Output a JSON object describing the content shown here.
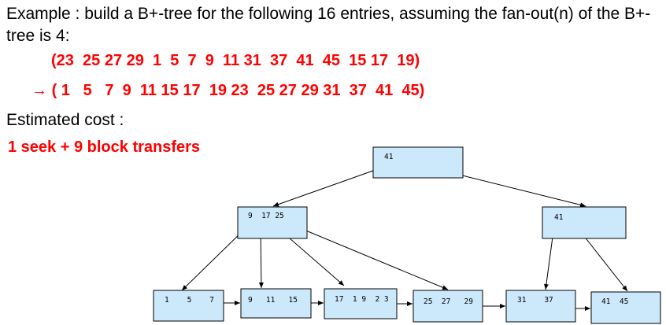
{
  "intro_text": "Example : build a B+-tree for the following 16 entries, assuming the fan-out(n) of the B+-tree is 4:",
  "sequence_unsorted": "(23  25 27 29  1  5  7  9  11 31  37  41  45  15 17  19)",
  "sequence_sorted": "( 1   5   7  9  11 15 17  19 23  25 27 29 31  37  41  45)",
  "arrow_symbol": "→",
  "cost_label": "Estimated cost :",
  "cost_result": "1 seek + 9 block transfers",
  "colors": {
    "highlight": "#ff0000",
    "node_fill": "#cce8fb",
    "node_stroke": "#000000"
  },
  "tree": {
    "root": {
      "keys": "41"
    },
    "internal_left": {
      "keys": "9  17 25"
    },
    "internal_right": {
      "keys": "41"
    },
    "leaves": [
      {
        "keys": "1    5    7"
      },
      {
        "keys": "9   11   15"
      },
      {
        "keys": "17  1 9  2 3"
      },
      {
        "keys": "25  27   29"
      },
      {
        "keys": "31    37"
      },
      {
        "keys": "41  45"
      }
    ]
  }
}
